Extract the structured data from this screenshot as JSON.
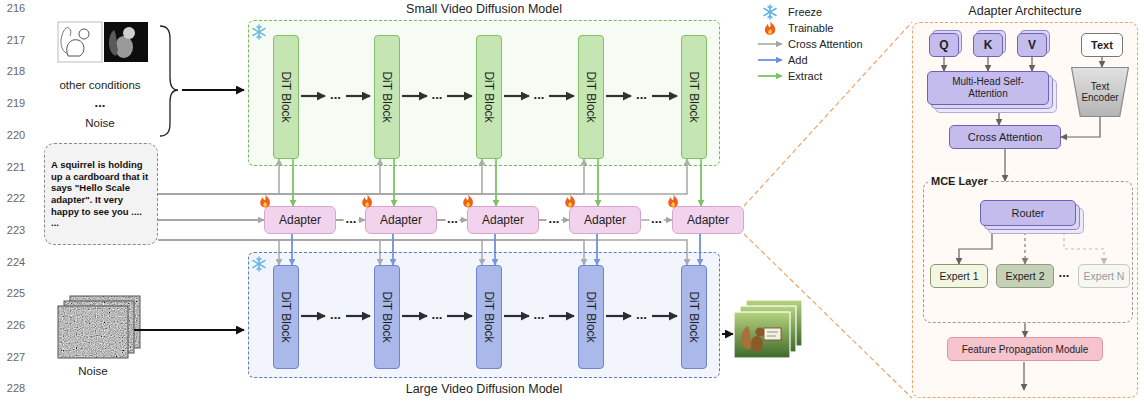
{
  "diagram": {
    "nodes": [
      {
        "text": [
          "Small Video Diffusion Model"
        ]
      },
      {
        "text": [
          "DiT Block"
        ],
        "in": 0
      },
      {
        "text": [
          "DiT Block"
        ],
        "in": 0
      },
      {
        "text": [
          "DiT Block"
        ],
        "in": 0
      },
      {
        "text": [
          "DiT Block"
        ],
        "in": 0
      },
      {
        "text": [
          "DiT Block"
        ],
        "in": 0
      },
      {
        "text": [
          "A squirrel is holding up a cardboard that it says \"Hello Scale adapter\". It very happy to see you .... ..."
        ]
      },
      {
        "text": [
          "Adapter"
        ]
      },
      {
        "text": [
          "Adapter"
        ]
      },
      {
        "text": [
          "Adapter"
        ]
      },
      {
        "text": [
          "Adapter"
        ]
      },
      {
        "text": [
          "Adapter"
        ]
      },
      {
        "text": [
          "Large Video Diffusion Model"
        ]
      },
      {
        "text": [
          "DiT Block"
        ],
        "in": 12
      },
      {
        "text": [
          "DiT Block"
        ],
        "in": 12
      },
      {
        "text": [
          "DiT Block"
        ],
        "in": 12
      },
      {
        "text": [
          "DiT Block"
        ],
        "in": 12
      },
      {
        "text": [
          "DiT Block"
        ],
        "in": 12
      },
      {
        "text": [
          "Adapter Architecture"
        ]
      },
      {
        "text": [
          "Q"
        ],
        "in": 18
      },
      {
        "text": [
          "K"
        ],
        "in": 18
      },
      {
        "text": [
          "V"
        ],
        "in": 18
      },
      {
        "text": [
          "Text"
        ],
        "in": 18
      },
      {
        "text": [
          "Multi-Head Self-Attention"
        ],
        "in": 18
      },
      {
        "text": [
          "Text Encoder"
        ],
        "in": 18
      },
      {
        "text": [
          "Cross Attention"
        ],
        "in": 18
      },
      {
        "text": [
          "MCE Layer"
        ],
        "in": 18
      },
      {
        "text": [
          "Router"
        ],
        "in": 26
      },
      {
        "text": [
          "Expert 1"
        ],
        "in": 26
      },
      {
        "text": [
          "Expert 2"
        ],
        "in": 26
      },
      {
        "text": [
          "Expert N"
        ],
        "in": 26
      },
      {
        "text": [
          "Feature Propagation Module"
        ],
        "in": 18
      }
    ],
    "edges": [
      {
        "from": 6,
        "to": 1,
        "arrow": "to"
      },
      {
        "from": 6,
        "to": 2,
        "arrow": "to"
      },
      {
        "from": 6,
        "to": 3,
        "arrow": "to"
      },
      {
        "from": 6,
        "to": 4,
        "arrow": "to"
      },
      {
        "from": 6,
        "to": 5,
        "arrow": "to"
      },
      {
        "from": 6,
        "to": 7,
        "arrow": "to"
      },
      {
        "from": 6,
        "to": 8,
        "arrow": "to"
      },
      {
        "from": 6,
        "to": 9,
        "arrow": "to"
      },
      {
        "from": 6,
        "to": 10,
        "arrow": "to"
      },
      {
        "from": 6,
        "to": 11,
        "arrow": "to"
      },
      {
        "from": 6,
        "to": 13,
        "arrow": "to"
      },
      {
        "from": 6,
        "to": 14,
        "arrow": "to"
      },
      {
        "from": 6,
        "to": 15,
        "arrow": "to"
      },
      {
        "from": 6,
        "to": 16,
        "arrow": "to"
      },
      {
        "from": 6,
        "to": 17,
        "arrow": "to"
      },
      {
        "from": 1,
        "to": 7,
        "arrow": "to"
      },
      {
        "from": 2,
        "to": 8,
        "arrow": "to"
      },
      {
        "from": 3,
        "to": 9,
        "arrow": "to"
      },
      {
        "from": 4,
        "to": 10,
        "arrow": "to"
      },
      {
        "from": 5,
        "to": 11,
        "arrow": "to"
      },
      {
        "from": 7,
        "to": 13,
        "arrow": "to"
      },
      {
        "from": 8,
        "to": 14,
        "arrow": "to"
      },
      {
        "from": 9,
        "to": 15,
        "arrow": "to"
      },
      {
        "from": 10,
        "to": 16,
        "arrow": "to"
      },
      {
        "from": 11,
        "to": 17,
        "arrow": "to"
      },
      {
        "from": 11,
        "to": 18,
        "arrow": "none"
      },
      {
        "from": 11,
        "to": 18,
        "arrow": "none"
      },
      {
        "from": 19,
        "to": 23,
        "arrow": "to"
      },
      {
        "from": 20,
        "to": 23,
        "arrow": "to"
      },
      {
        "from": 21,
        "to": 23,
        "arrow": "to"
      },
      {
        "from": 22,
        "to": 24,
        "arrow": "to"
      },
      {
        "from": 23,
        "to": 25,
        "arrow": "to"
      },
      {
        "from": 24,
        "to": 25,
        "arrow": "to"
      },
      {
        "from": 25,
        "to": 26,
        "arrow": "to"
      },
      {
        "from": 27,
        "to": 28,
        "arrow": "to"
      },
      {
        "from": 27,
        "to": 29,
        "arrow": "to"
      },
      {
        "from": 27,
        "to": 30,
        "arrow": "to"
      },
      {
        "from": 26,
        "to": 31,
        "arrow": "to"
      }
    ],
    "labels": [
      "216",
      "217",
      "218",
      "219",
      "220",
      "221",
      "222",
      "223",
      "224",
      "225",
      "226",
      "227",
      "228",
      "other conditions",
      "...",
      "Noise",
      "...",
      "...",
      "...",
      "...",
      "...",
      "...",
      "...",
      "...",
      "...",
      "...",
      "...",
      "...",
      "Noise",
      "..."
    ],
    "legend": [
      {
        "text": "Freeze"
      },
      {
        "text": "Trainable"
      },
      {
        "text": "Cross Attention"
      },
      {
        "text": "Add"
      },
      {
        "text": "Extract"
      }
    ]
  }
}
